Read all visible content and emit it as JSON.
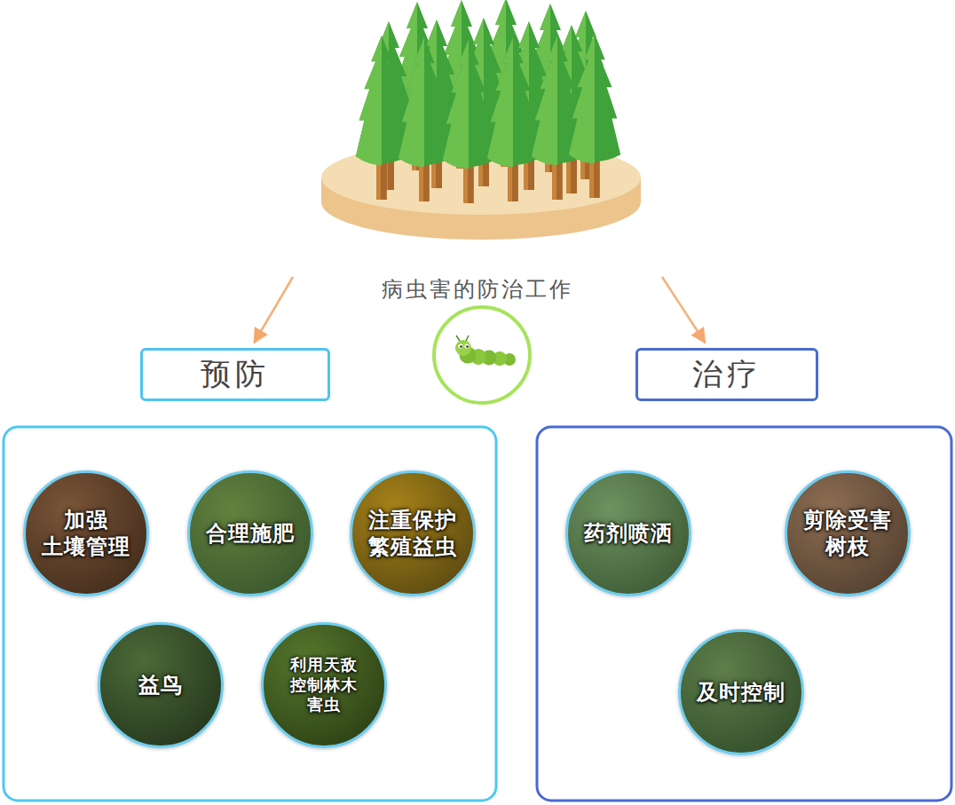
{
  "diagram": {
    "nodes": [
      {
        "text": [
          "病虫害的防治工作"
        ]
      },
      {
        "text": [
          "预防"
        ]
      },
      {
        "text": [
          "治疗"
        ]
      },
      {
        "text": [
          "加强 土壤管理"
        ]
      },
      {
        "text": [
          "合理施肥"
        ]
      },
      {
        "text": [
          "注重保护 繁殖益虫"
        ]
      },
      {
        "text": [
          "益鸟"
        ]
      },
      {
        "text": [
          "利用天敌 控制林木 害虫"
        ]
      },
      {
        "text": [
          "药剂喷洒"
        ]
      },
      {
        "text": [
          "剪除受害 树枝"
        ]
      },
      {
        "text": [
          "及时控制"
        ]
      }
    ],
    "edges": [
      {
        "from": 0,
        "to": 1,
        "arrow": "to"
      },
      {
        "from": 0,
        "to": 2,
        "arrow": "to"
      }
    ]
  }
}
